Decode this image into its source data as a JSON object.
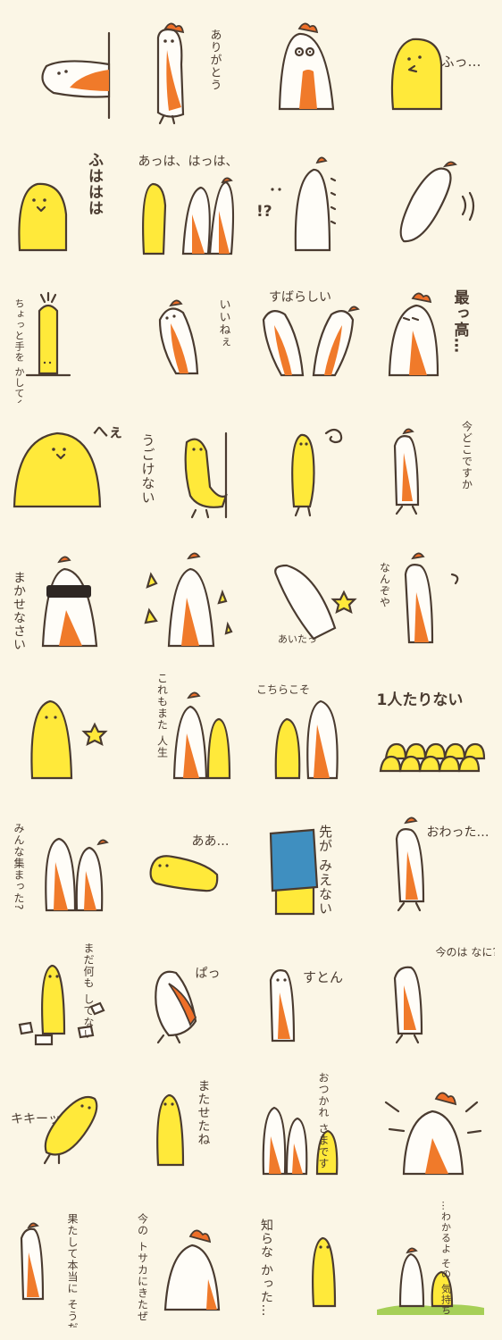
{
  "colors": {
    "background": "#fbf6e6",
    "yellow": "#ffe93a",
    "orange": "#f07a2a",
    "ink": "#4a3b30",
    "blue": "#3f8fc0",
    "grass": "#a6cf57"
  },
  "stickers": [
    {
      "id": 1,
      "text": "",
      "figure": "white-lying-wall"
    },
    {
      "id": 2,
      "text": "ありがとう",
      "figure": "white-stand"
    },
    {
      "id": 3,
      "text": "",
      "figure": "white-surprised"
    },
    {
      "id": 4,
      "text": "ふっ…",
      "figure": "yellow-face"
    },
    {
      "id": 5,
      "text": "ふははは",
      "figure": "yellow-blob"
    },
    {
      "id": 6,
      "text": "あっは、はっは、",
      "figure": "group-laugh"
    },
    {
      "id": 7,
      "text": "!?",
      "figure": "white-shock"
    },
    {
      "id": 8,
      "text": "",
      "figure": "white-falling"
    },
    {
      "id": 9,
      "text": "ちょっと手を かしてください",
      "figure": "yellow-hands-up"
    },
    {
      "id": 10,
      "text": "いいねぇ",
      "figure": "white-lean"
    },
    {
      "id": 11,
      "text": "すばらしい",
      "figure": "white-pair"
    },
    {
      "id": 12,
      "text": "最っ高…",
      "figure": "white-big"
    },
    {
      "id": 13,
      "text": "へぇ",
      "figure": "yellow-dome"
    },
    {
      "id": 14,
      "text": "うごけない",
      "figure": "yellow-wall"
    },
    {
      "id": 15,
      "text": "",
      "figure": "yellow-confused"
    },
    {
      "id": 16,
      "text": "今どこですか",
      "figure": "white-walk"
    },
    {
      "id": 17,
      "text": "まかせなさい",
      "figure": "white-sunglasses"
    },
    {
      "id": 18,
      "text": "",
      "figure": "white-sparkle"
    },
    {
      "id": 19,
      "text": "あいたっ",
      "figure": "white-bump"
    },
    {
      "id": 20,
      "text": "なんぞや",
      "figure": "white-wonder"
    },
    {
      "id": 21,
      "text": "",
      "figure": "yellow-star"
    },
    {
      "id": 22,
      "text": "これもまた 人生",
      "figure": "group-life"
    },
    {
      "id": 23,
      "text": "こちらこそ",
      "figure": "group-bow"
    },
    {
      "id": 24,
      "text": "1人たりない",
      "figure": "yellow-crowd"
    },
    {
      "id": 25,
      "text": "みんな集まった?",
      "figure": "white-pair2"
    },
    {
      "id": 26,
      "text": "ああ…",
      "figure": "yellow-lying"
    },
    {
      "id": 27,
      "text": "先が みえない",
      "figure": "yellow-box"
    },
    {
      "id": 28,
      "text": "おわった…",
      "figure": "white-walk2"
    },
    {
      "id": 29,
      "text": "まだ何も してない",
      "figure": "yellow-papers"
    },
    {
      "id": 30,
      "text": "ぱっ",
      "figure": "white-turn"
    },
    {
      "id": 31,
      "text": "すとん",
      "figure": "white-drop"
    },
    {
      "id": 32,
      "text": "今のは なに?",
      "figure": "white-ask"
    },
    {
      "id": 33,
      "text": "キキーッ",
      "figure": "yellow-brake"
    },
    {
      "id": 34,
      "text": "またせたね",
      "figure": "yellow-wait"
    },
    {
      "id": 35,
      "text": "おつかれ さまです",
      "figure": "group-thanks"
    },
    {
      "id": 36,
      "text": "",
      "figure": "white-shout"
    },
    {
      "id": 37,
      "text": "果たして本当に そうだろうか?",
      "figure": "white-doubt"
    },
    {
      "id": 38,
      "text": "今の トサカにきたぜ",
      "figure": "white-angry"
    },
    {
      "id": 39,
      "text": "知らな かった…",
      "figure": "yellow-know"
    },
    {
      "id": 40,
      "text": "…わかるよ その 気持ち",
      "figure": "pair-grass"
    }
  ]
}
